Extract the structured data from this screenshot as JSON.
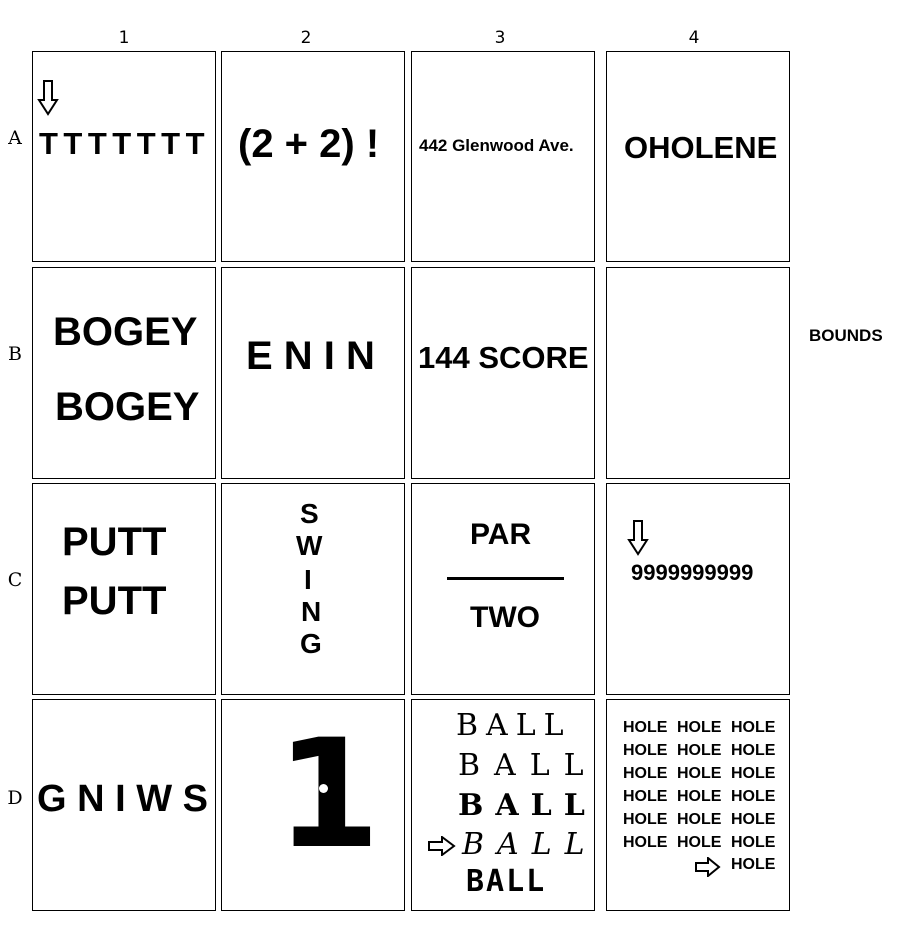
{
  "columns": [
    "1",
    "2",
    "3",
    "4"
  ],
  "rows": [
    "A",
    "B",
    "C",
    "D"
  ],
  "cells": {
    "A1": {
      "text": "TTTTTTT",
      "has_arrow": true,
      "arrow": "down"
    },
    "A2": {
      "text": "(2 + 2) !"
    },
    "A3": {
      "text": "442 Glenwood Ave."
    },
    "A4": {
      "text": "OHOLENE"
    },
    "B1": {
      "line1": "BOGEY",
      "line2": "BOGEY"
    },
    "B2": {
      "text": "E N I N"
    },
    "B3": {
      "text": "144 SCORE"
    },
    "B4": {
      "text": ""
    },
    "C1": {
      "line1": "PUTT",
      "line2": "PUTT"
    },
    "C2": {
      "letters": [
        "S",
        "W",
        "I",
        "N",
        "G"
      ]
    },
    "C3": {
      "numerator": "PAR",
      "denominator": "TWO"
    },
    "C4": {
      "text": "9999999999",
      "arrow": "down"
    },
    "D1": {
      "text": "G N I W S"
    },
    "D2": {
      "text": "1"
    },
    "D3": {
      "lines": [
        "BALL",
        "BALL",
        "BALL",
        "BALL",
        "BALL"
      ],
      "arrow_row": 4,
      "arrow": "right"
    },
    "D4": {
      "grid": [
        [
          "HOLE",
          "HOLE",
          "HOLE"
        ],
        [
          "HOLE",
          "HOLE",
          "HOLE"
        ],
        [
          "HOLE",
          "HOLE",
          "HOLE"
        ],
        [
          "HOLE",
          "HOLE",
          "HOLE"
        ],
        [
          "HOLE",
          "HOLE",
          "HOLE"
        ],
        [
          "HOLE",
          "HOLE",
          "HOLE"
        ]
      ],
      "last": "HOLE",
      "arrow": "right"
    }
  },
  "outside_label": "BOUNDS"
}
